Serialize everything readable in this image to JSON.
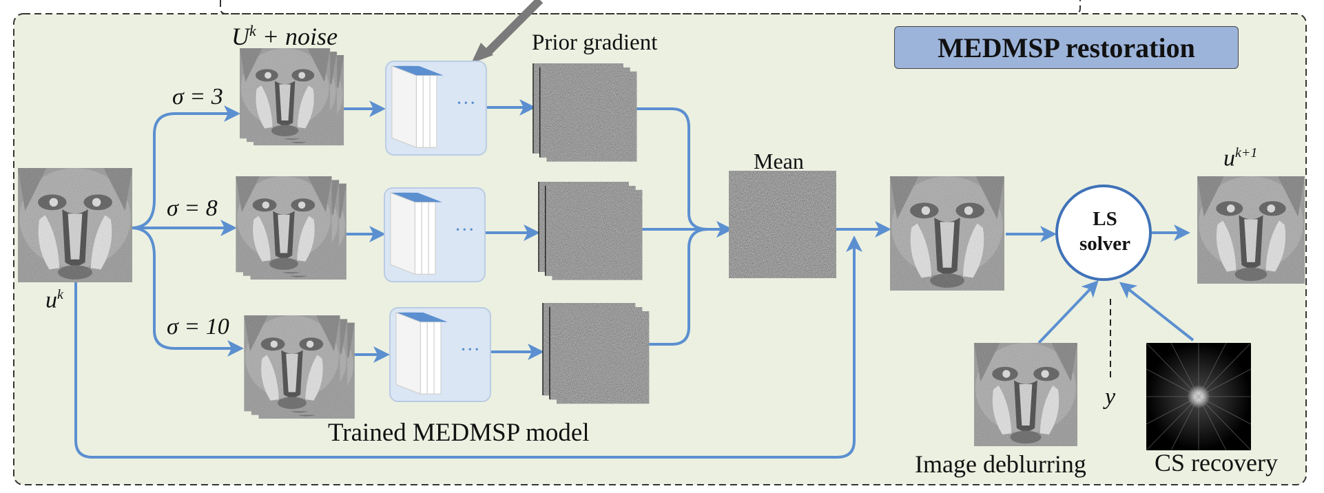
{
  "title": "MEDMSP restoration",
  "labels": {
    "input_top": "U",
    "input_top_sup": "k",
    "input_top_rest": " + noise",
    "prior_gradient": "Prior gradient",
    "mean": "Mean",
    "u_out": "u",
    "u_out_sup": "k+1",
    "u_in": "u",
    "u_in_sup": "k",
    "trained_model": "Trained MEDMSP model",
    "image_deblurring": "Image deblurring",
    "cs_recovery": "CS recovery",
    "y": "y",
    "ellipsis": "..."
  },
  "sigma_labels": [
    "σ = 3",
    "σ = 8",
    "σ = 10"
  ],
  "solver": {
    "line1": "LS",
    "line2": "solver"
  },
  "colors": {
    "background": "#ecf0e1",
    "arrow": "#5b8fd0",
    "title_box": "#9db4da",
    "block_box": "#dbe6f4"
  },
  "icons": [
    "baboon-image",
    "noise-image",
    "network-block",
    "kspace-image"
  ]
}
